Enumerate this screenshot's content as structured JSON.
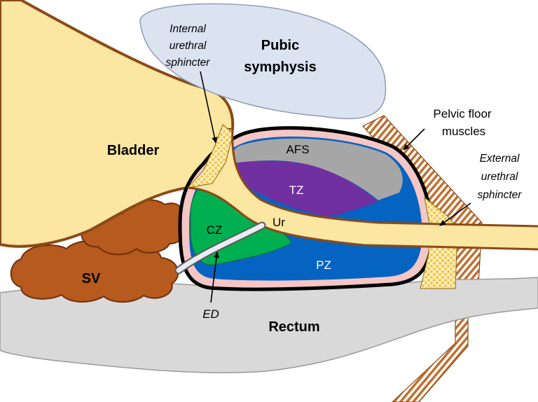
{
  "labels": {
    "internal_sphincter": [
      "Internal",
      "urethral",
      "sphincter"
    ],
    "pubic_symphysis": [
      "Pubic",
      "symphysis"
    ],
    "bladder": "Bladder",
    "pelvic_floor": [
      "Pelvic floor",
      "muscles"
    ],
    "external_sphincter": [
      "External",
      "urethral",
      "sphincter"
    ],
    "afs": "AFS",
    "tz": "TZ",
    "ur": "Ur",
    "cz": "CZ",
    "pz": "PZ",
    "sv": "SV",
    "ed": "ED",
    "rectum": "Rectum"
  },
  "colors": {
    "bladder": "#fbe6a2",
    "pubic_symphysis": "#dbe3f1",
    "rectum": "#d9d9d9",
    "seminal_vesicles": "#b65a1e",
    "capsule": "#f4c6c4",
    "afs": "#a6a6a6",
    "tz": "#7030a0",
    "cz": "#00b050",
    "pz": "#0563c1"
  }
}
